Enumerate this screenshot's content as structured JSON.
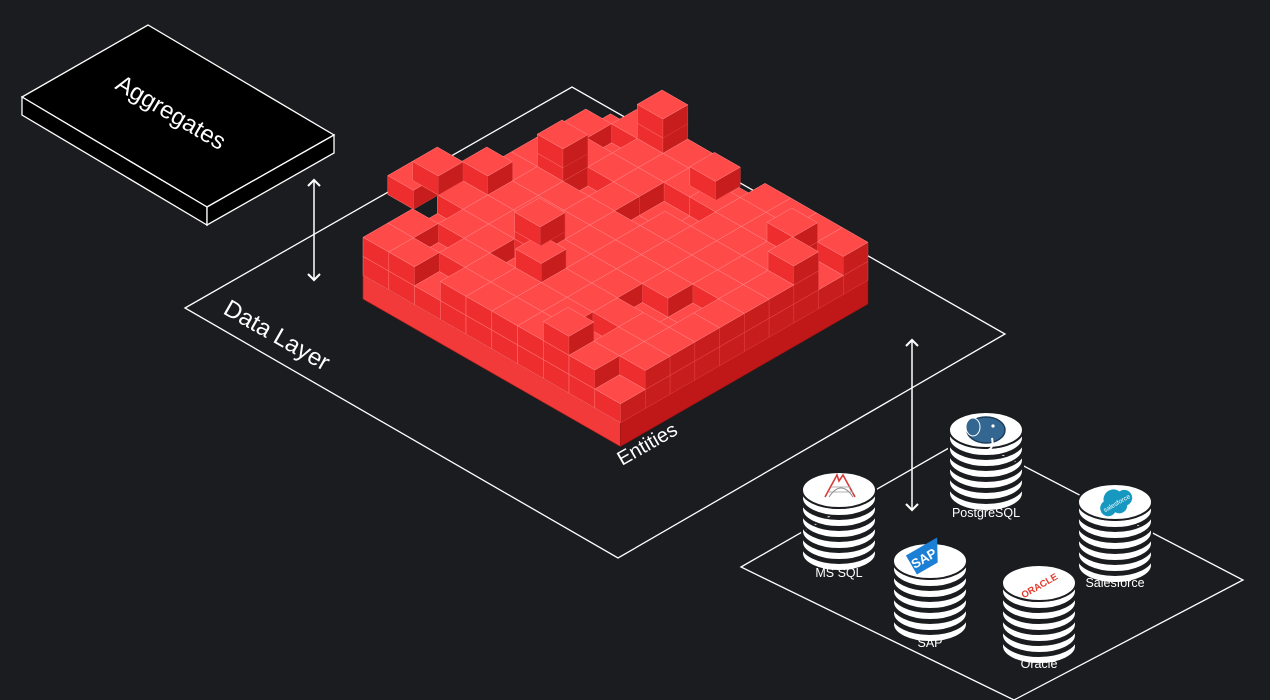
{
  "labels": {
    "aggregates": "Aggregates",
    "data_layer": "Data Layer",
    "entities": "Entities"
  },
  "databases": [
    {
      "label": "MS SQL",
      "icon": "ms-sql-icon"
    },
    {
      "label": "PostgreSQL",
      "icon": "postgresql-elephant-icon"
    },
    {
      "label": "SAP",
      "icon": "sap-logo-icon"
    },
    {
      "label": "Oracle",
      "icon": "oracle-logo-icon",
      "logo_text": "ORACLE"
    },
    {
      "label": "Salesforce",
      "icon": "salesforce-cloud-icon",
      "logo_text": "salesforce"
    }
  ],
  "colors": {
    "background": "#1b1c1f",
    "line": "#ffffff",
    "block_black": "#000000",
    "cube_top": "#ff4a4a",
    "cube_left": "#ee2e2e",
    "cube_right": "#c81d1d",
    "slab_left": "#f23a3a",
    "slab_right": "#c01818",
    "db_disc": "#ffffff",
    "postgres_blue": "#336791",
    "sap_blue": "#1b7fd6",
    "oracle_red": "#e53a2c",
    "salesforce_blue": "#1798c1"
  }
}
